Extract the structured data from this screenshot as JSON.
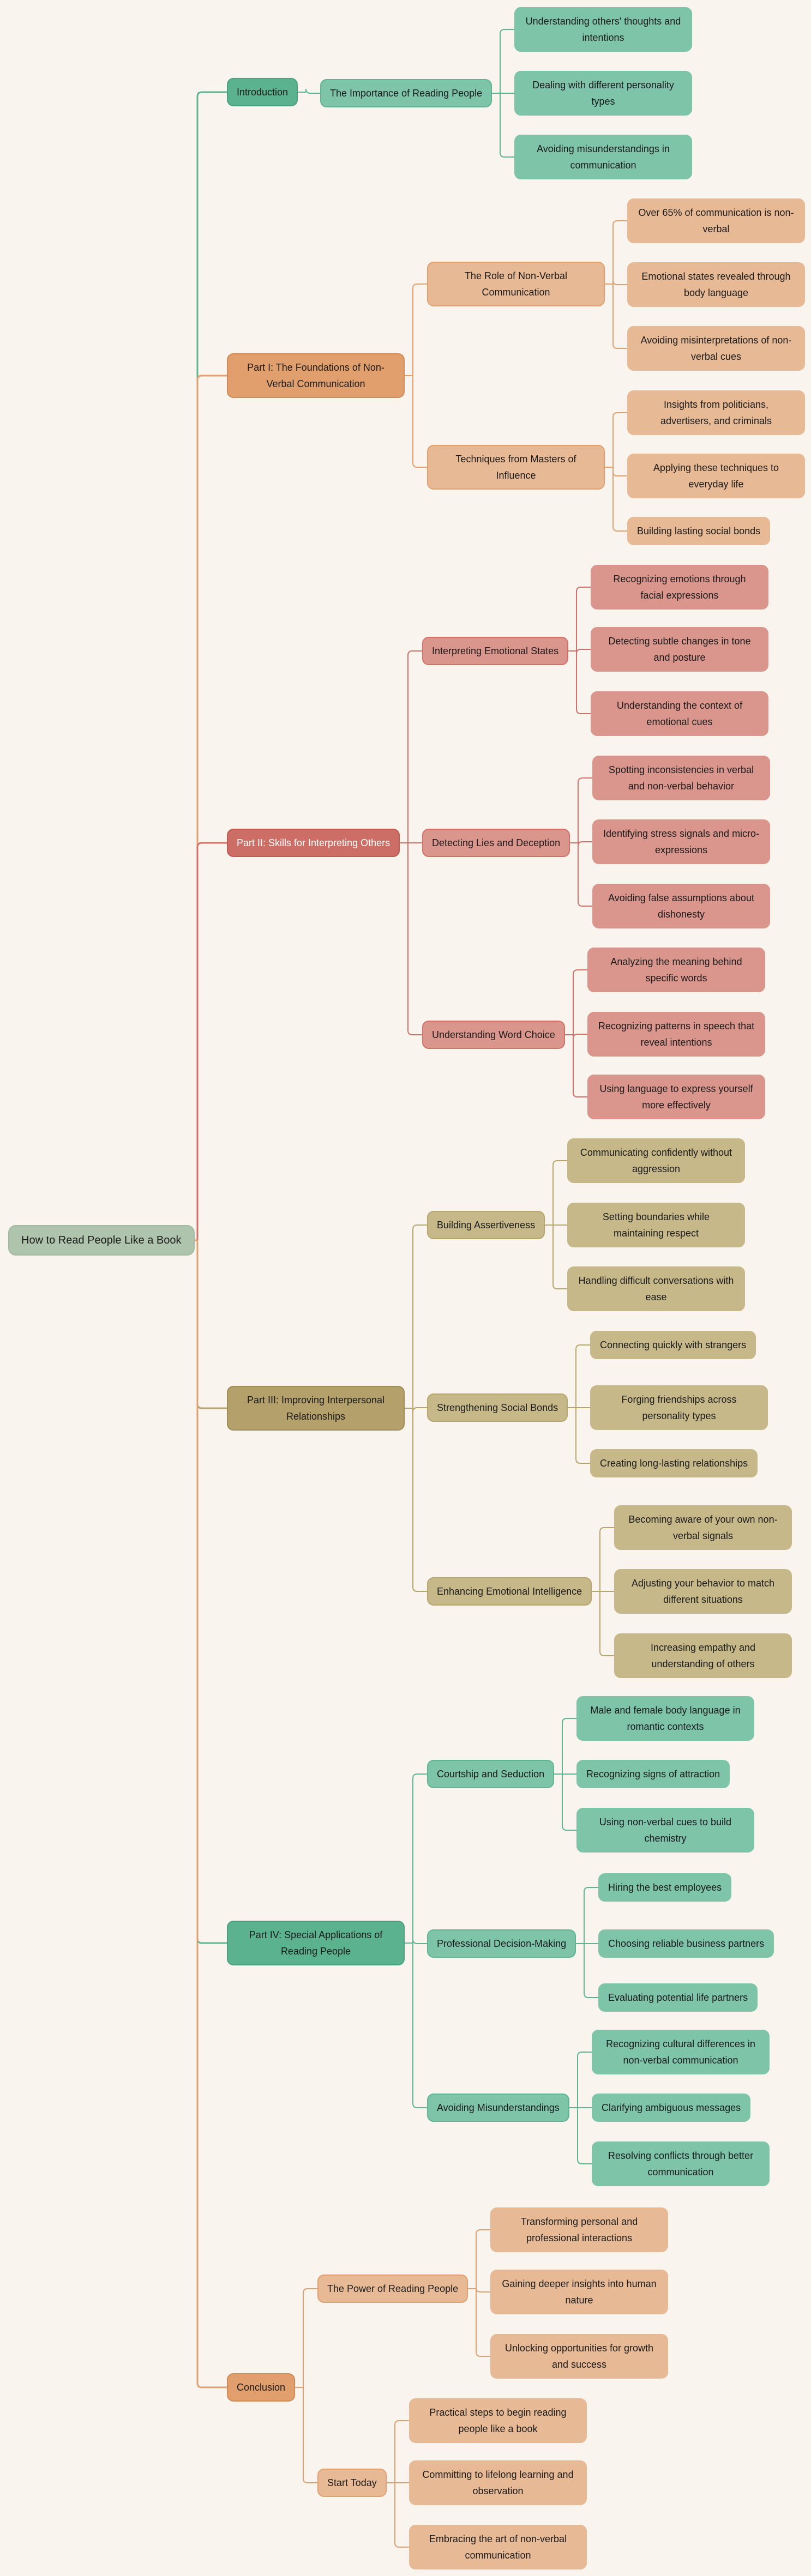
{
  "root": {
    "label": "How to Read People Like a Book",
    "children": [
      {
        "label": "Introduction",
        "children": [
          {
            "label": "The Importance of Reading People",
            "children": [
              {
                "label": "Understanding others' thoughts and intentions"
              },
              {
                "label": "Dealing with different personality types"
              },
              {
                "label": "Avoiding misunderstandings in communication"
              }
            ]
          }
        ]
      },
      {
        "label": "Part I: The Foundations of Non-Verbal Communication",
        "children": [
          {
            "label": "The Role of Non-Verbal Communication",
            "children": [
              {
                "label": "Over 65% of communication is non-verbal"
              },
              {
                "label": "Emotional states revealed through body language"
              },
              {
                "label": "Avoiding misinterpretations of non-verbal cues"
              }
            ]
          },
          {
            "label": "Techniques from Masters of Influence",
            "children": [
              {
                "label": "Insights from politicians, advertisers, and criminals"
              },
              {
                "label": "Applying these techniques to everyday life"
              },
              {
                "label": "Building lasting social bonds"
              }
            ]
          }
        ]
      },
      {
        "label": "Part II: Skills for Interpreting Others",
        "children": [
          {
            "label": "Interpreting Emotional States",
            "children": [
              {
                "label": "Recognizing emotions through facial expressions"
              },
              {
                "label": "Detecting subtle changes in tone and posture"
              },
              {
                "label": "Understanding the context of emotional cues"
              }
            ]
          },
          {
            "label": "Detecting Lies and Deception",
            "children": [
              {
                "label": "Spotting inconsistencies in verbal and non-verbal behavior"
              },
              {
                "label": "Identifying stress signals and micro-expressions"
              },
              {
                "label": "Avoiding false assumptions about dishonesty"
              }
            ]
          },
          {
            "label": "Understanding Word Choice",
            "children": [
              {
                "label": "Analyzing the meaning behind specific words"
              },
              {
                "label": "Recognizing patterns in speech that reveal intentions"
              },
              {
                "label": "Using language to express yourself more effectively"
              }
            ]
          }
        ]
      },
      {
        "label": "Part III: Improving Interpersonal Relationships",
        "children": [
          {
            "label": "Building Assertiveness",
            "children": [
              {
                "label": "Communicating confidently without aggression"
              },
              {
                "label": "Setting boundaries while maintaining respect"
              },
              {
                "label": "Handling difficult conversations with ease"
              }
            ]
          },
          {
            "label": "Strengthening Social Bonds",
            "children": [
              {
                "label": "Connecting quickly with strangers"
              },
              {
                "label": "Forging friendships across personality types"
              },
              {
                "label": "Creating long-lasting relationships"
              }
            ]
          },
          {
            "label": "Enhancing Emotional Intelligence",
            "children": [
              {
                "label": "Becoming aware of your own non-verbal signals"
              },
              {
                "label": "Adjusting your behavior to match different situations"
              },
              {
                "label": "Increasing empathy and understanding of others"
              }
            ]
          }
        ]
      },
      {
        "label": "Part IV: Special Applications of Reading People",
        "children": [
          {
            "label": "Courtship and Seduction",
            "children": [
              {
                "label": "Male and female body language in romantic contexts"
              },
              {
                "label": "Recognizing signs of attraction"
              },
              {
                "label": "Using non-verbal cues to build chemistry"
              }
            ]
          },
          {
            "label": "Professional Decision-Making",
            "children": [
              {
                "label": "Hiring the best employees"
              },
              {
                "label": "Choosing reliable business partners"
              },
              {
                "label": "Evaluating potential life partners"
              }
            ]
          },
          {
            "label": "Avoiding Misunderstandings",
            "children": [
              {
                "label": "Recognizing cultural differences in non-verbal communication"
              },
              {
                "label": "Clarifying ambiguous messages"
              },
              {
                "label": "Resolving conflicts through better communication"
              }
            ]
          }
        ]
      },
      {
        "label": "Conclusion",
        "children": [
          {
            "label": "The Power of Reading People",
            "children": [
              {
                "label": "Transforming personal and professional interactions"
              },
              {
                "label": "Gaining deeper insights into human nature"
              },
              {
                "label": "Unlocking opportunities for growth and success"
              }
            ]
          },
          {
            "label": "Start Today",
            "children": [
              {
                "label": "Practical steps to begin reading people like a book"
              },
              {
                "label": "Committing to lifelong learning and observation"
              },
              {
                "label": "Embracing the art of non-verbal communication"
              }
            ]
          }
        ]
      }
    ]
  },
  "colors": {
    "background": "#f9f5ee",
    "root": "#afc4ad",
    "branches": [
      {
        "main": "#5ab38e",
        "sub": "#7dc4a8",
        "line": "#5fb592",
        "border": "#4c9f7e",
        "text": "#1b1b1b"
      },
      {
        "main": "#e09f6c",
        "sub": "#e7b995",
        "line": "#e0a070",
        "border": "#d08a55",
        "text": "#1b1b1b"
      },
      {
        "main": "#cc6e66",
        "sub": "#da958c",
        "line": "#d4706a",
        "border": "#c05a52",
        "text": "#ffffff"
      },
      {
        "main": "#b3a06a",
        "sub": "#c7b88a",
        "line": "#b8a56a",
        "border": "#a08d55",
        "text": "#1b1b1b"
      },
      {
        "main": "#5ab38e",
        "sub": "#7dc4a8",
        "line": "#5fb592",
        "border": "#4c9f7e",
        "text": "#1b1b1b"
      },
      {
        "main": "#e09f6c",
        "sub": "#e7b995",
        "line": "#e0a070",
        "border": "#d08a55",
        "text": "#1b1b1b"
      }
    ]
  }
}
